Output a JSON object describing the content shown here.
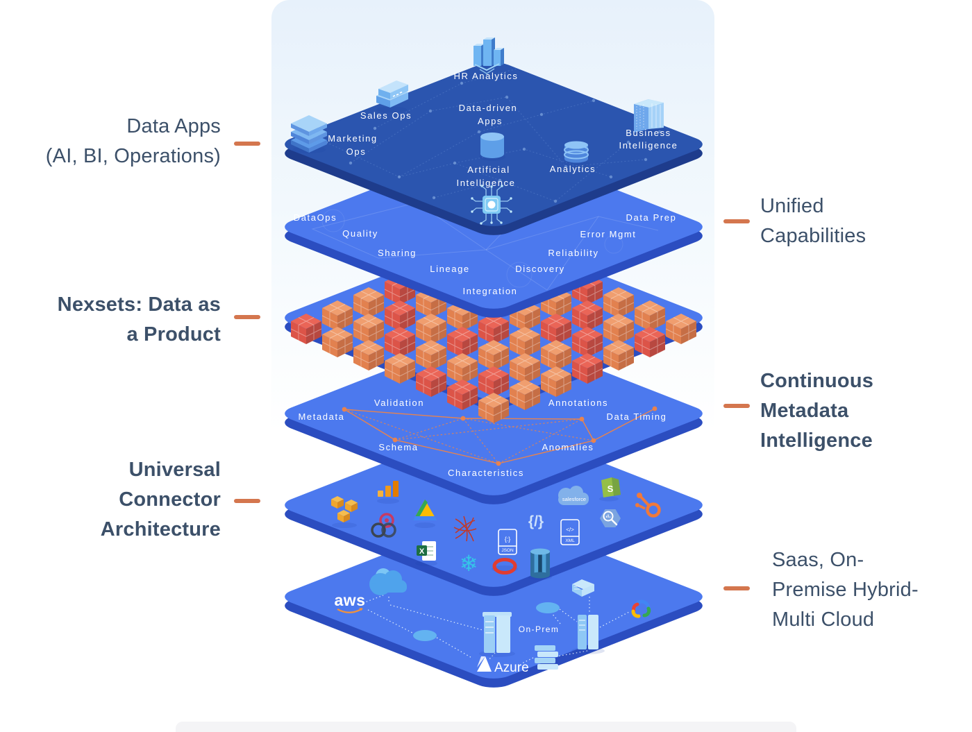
{
  "left_labels": [
    {
      "lines": [
        "Data Apps",
        "(AI, BI, Operations)"
      ],
      "bold": false
    },
    {
      "lines": [
        "Nexsets: Data as",
        "a Product"
      ],
      "bold": true
    },
    {
      "lines": [
        "Universal",
        "Connector",
        "Architecture"
      ],
      "bold": true
    }
  ],
  "right_labels": [
    {
      "lines": [
        "Unified",
        "Capabilities"
      ],
      "bold": false
    },
    {
      "lines": [
        "Continuous",
        "Metadata",
        "Intelligence"
      ],
      "bold": true
    },
    {
      "lines": [
        "Saas, On-",
        "Premise Hybrid-",
        "Multi Cloud"
      ],
      "bold": false
    }
  ],
  "apps_layer": {
    "hr_analytics": "HR Analytics",
    "sales_ops": "Sales Ops",
    "marketing_line1": "Marketing",
    "marketing_line2": "Ops",
    "data_driven_line1": "Data-driven",
    "data_driven_line2": "Apps",
    "business_line1": "Business",
    "business_line2": "Intelligence",
    "artificial_line1": "Artificial",
    "artificial_line2": "Intelligence",
    "analytics": "Analytics"
  },
  "capabilities_layer": {
    "items": [
      "DataOps",
      "Quality",
      "Sharing",
      "Lineage",
      "Integration",
      "Discovery",
      "Reliability",
      "Error Mgmt",
      "Data Prep"
    ]
  },
  "nexsets": {
    "grid": [
      "roorooo",
      "orooror",
      "oororro",
      "rooroor",
      "ororooo",
      "oorooro",
      "rooorro"
    ],
    "cube_red": "#DC5448",
    "cube_orange": "#E2814F"
  },
  "metadata_layer": {
    "items": [
      "Metadata",
      "Validation",
      "Schema",
      "Characteristics",
      "Anomalies",
      "Annotations",
      "Data Timing"
    ]
  },
  "connectors": {
    "icons": [
      "aws-s3",
      "google-analytics",
      "webhook",
      "google-drive",
      "excel",
      "sql-server",
      "snowflake",
      "json-file",
      "oracle",
      "code-file",
      "redshift",
      "xml-file",
      "salesforce",
      "shopify",
      "bigquery",
      "hubspot"
    ],
    "glyphs": {
      "excel_letter": "X",
      "shopify_letter": "S",
      "salesforce_text": "salesforce",
      "json_glyph": "{:}",
      "json_label": "JSON",
      "xml_glyph": "</>",
      "xml_label": "XML",
      "braces_glyph": "{/}",
      "snowflake_glyph": "❄"
    }
  },
  "cloud_layer": {
    "aws_label": "aws",
    "azure_label": "Azure",
    "on_prem_label": "On-Prem"
  },
  "colors": {
    "accent_dash": "#D4764E",
    "label_text": "#3C5069",
    "layer_blue": "#4C79EE",
    "layer_blue_edge": "#2B4DC0",
    "layer_dark": "#2B55AF",
    "layer_dark_edge": "#1E3C8C",
    "network_orange": "#E8834E"
  }
}
